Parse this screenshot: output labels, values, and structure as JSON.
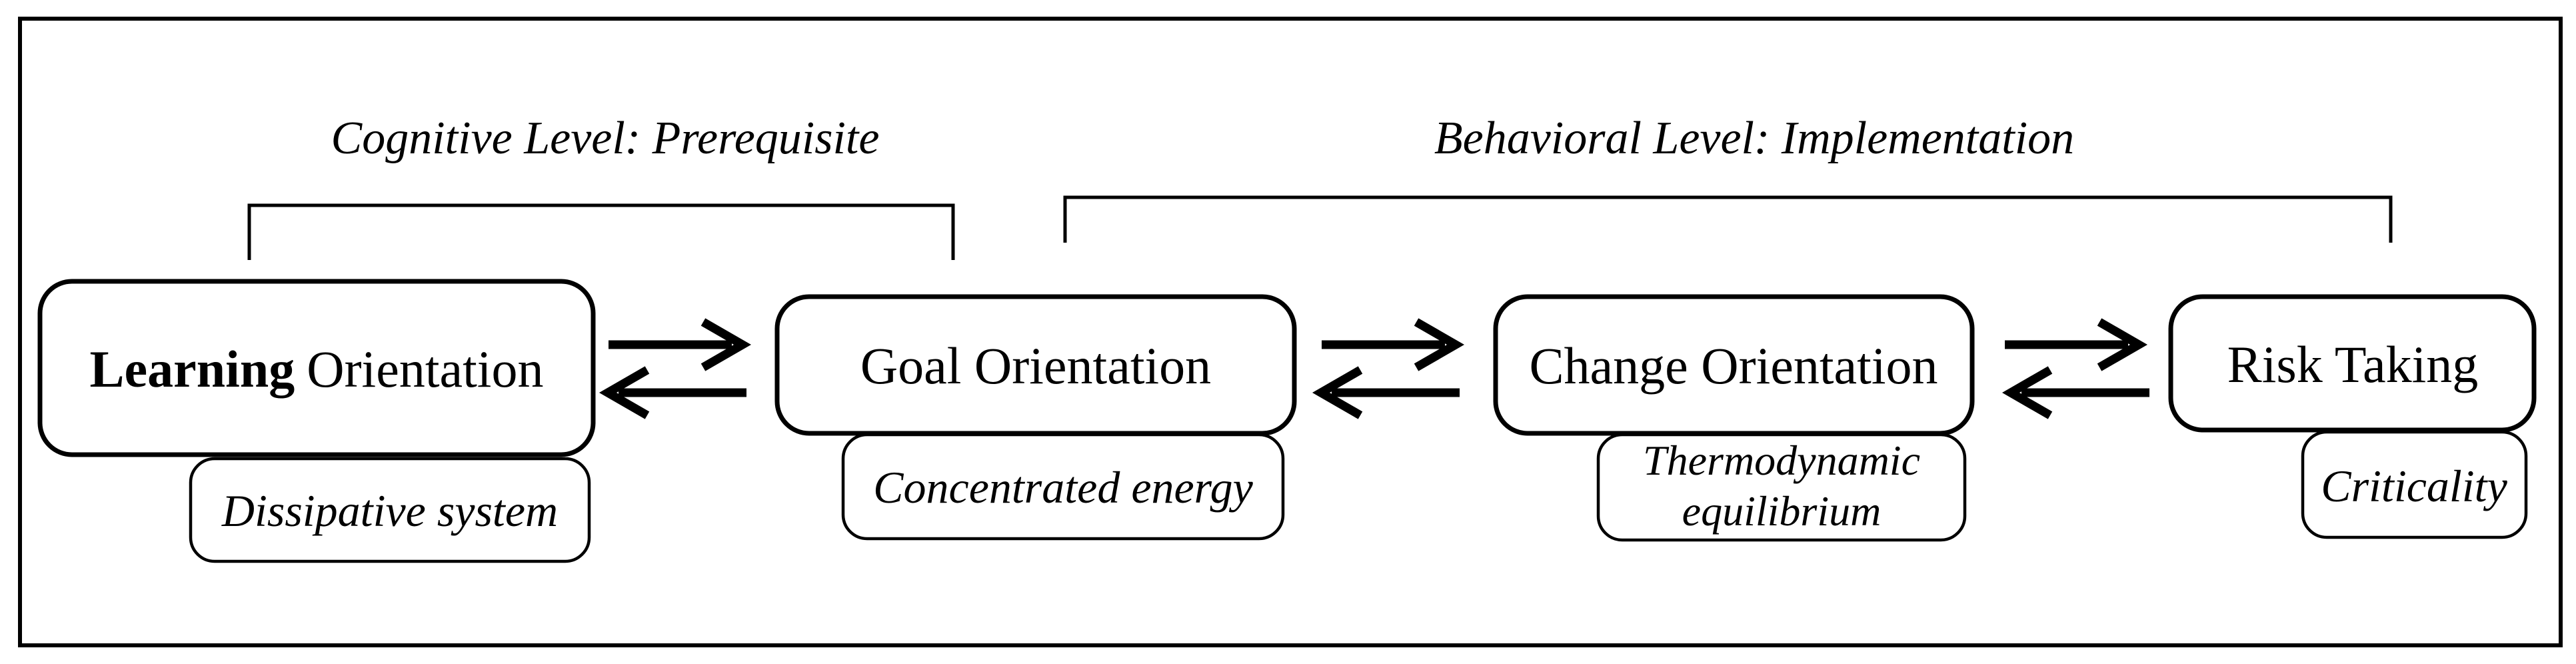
{
  "colors": {
    "ink": "#000000",
    "paper": "#ffffff"
  },
  "level_labels": [
    {
      "id": "cognitive",
      "label": "Cognitive Level: Prerequisite",
      "spans": [
        "Learning Orientation",
        "Goal Orientation"
      ]
    },
    {
      "id": "behavioral",
      "label": "Behavioral Level: Implementation",
      "spans": [
        "Goal Orientation",
        "Risk Taking"
      ]
    }
  ],
  "nodes": [
    {
      "title_bold": "Learning",
      "title_regular": "Orientation",
      "subtitle": "Dissipative system"
    },
    {
      "title": "Goal Orientation",
      "subtitle": "Concentrated energy"
    },
    {
      "title": "Change Orientation",
      "subtitle_lines": [
        "Thermodynamic",
        "equilibrium"
      ]
    },
    {
      "title": "Risk Taking",
      "subtitle": "Criticality"
    }
  ],
  "arrows": [
    {
      "from": "Learning Orientation",
      "to": "Goal Orientation",
      "bidirectional": true
    },
    {
      "from": "Goal Orientation",
      "to": "Change Orientation",
      "bidirectional": true
    },
    {
      "from": "Change Orientation",
      "to": "Risk Taking",
      "bidirectional": true
    }
  ]
}
